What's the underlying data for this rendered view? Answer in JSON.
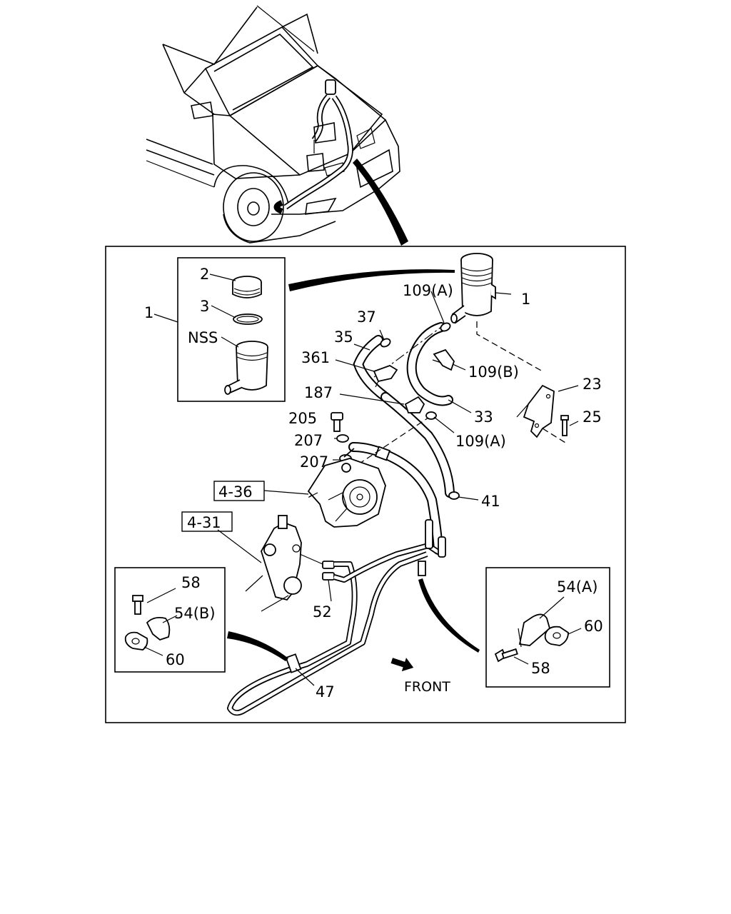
{
  "callouts": {
    "c1_inset": "1",
    "c2": "2",
    "c3": "3",
    "nss": "NSS",
    "c1_main": "1",
    "c109a_top": "109(A)",
    "c37": "37",
    "c35": "35",
    "c361": "361",
    "c109b": "109(B)",
    "c23": "23",
    "c187": "187",
    "c33": "33",
    "c25": "25",
    "c205": "205",
    "c207_top": "207",
    "c109a_bottom": "109(A)",
    "c207_bottom": "207",
    "c4_36": "4-36",
    "c41": "41",
    "c4_31": "4-31",
    "c58_left": "58",
    "c54b": "54(B)",
    "c60_left": "60",
    "c52": "52",
    "c47": "47",
    "front": "FRONT",
    "c54a": "54(A)",
    "c60_right": "60",
    "c58_right": "58"
  }
}
